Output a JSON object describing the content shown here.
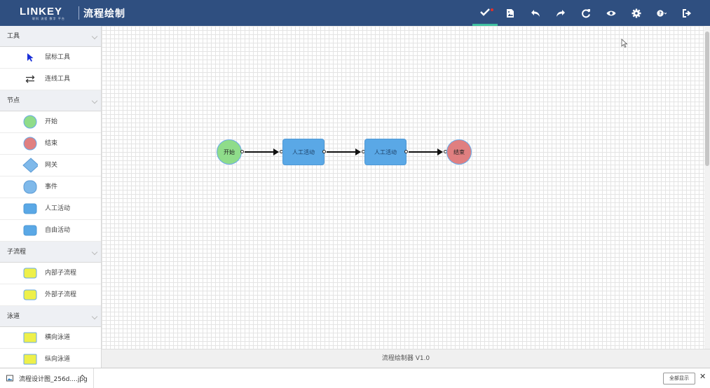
{
  "header": {
    "logo": "LINKEY",
    "logo_sub": "联科 流程 数字 平台",
    "title": "流程绘制"
  },
  "toolbar": {
    "items": [
      {
        "name": "check-icon"
      },
      {
        "name": "image-icon"
      },
      {
        "name": "undo-icon"
      },
      {
        "name": "redo-icon"
      },
      {
        "name": "refresh-icon"
      },
      {
        "name": "eye-icon"
      },
      {
        "name": "gear-icon"
      },
      {
        "name": "help-icon"
      },
      {
        "name": "logout-icon"
      }
    ]
  },
  "sidebar": {
    "sections": [
      {
        "title": "工具",
        "items": [
          {
            "label": "鼠标工具"
          },
          {
            "label": "连线工具"
          }
        ]
      },
      {
        "title": "节点",
        "items": [
          {
            "label": "开始"
          },
          {
            "label": "结束"
          },
          {
            "label": "网关"
          },
          {
            "label": "事件"
          },
          {
            "label": "人工活动"
          },
          {
            "label": "自由活动"
          }
        ]
      },
      {
        "title": "子流程",
        "items": [
          {
            "label": "内部子流程"
          },
          {
            "label": "外部子流程"
          }
        ]
      },
      {
        "title": "泳道",
        "items": [
          {
            "label": "横向泳道"
          },
          {
            "label": "纵向泳道"
          }
        ]
      }
    ]
  },
  "diagram": {
    "nodes": [
      {
        "label": "开始"
      },
      {
        "label": "人工活动"
      },
      {
        "label": "人工活动"
      },
      {
        "label": "结束"
      }
    ]
  },
  "statusbar": {
    "text": "流程绘制器 V1.0"
  },
  "downloads": {
    "file": "流程设计图_256d....jpg",
    "show_all": "全部显示"
  },
  "colors": {
    "header": "#2f4f80",
    "start": "#8fdc8a",
    "end": "#e07f80",
    "task": "#5aa8e6",
    "subprocess": "#eef04a"
  }
}
